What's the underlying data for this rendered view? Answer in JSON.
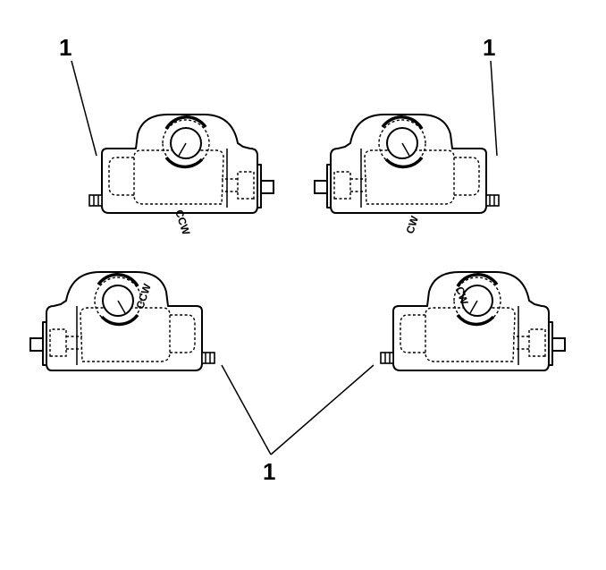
{
  "callouts": {
    "top_left": "1",
    "top_right": "1",
    "bottom": "1"
  },
  "rotation_labels": {
    "gear_1": "CCW",
    "gear_2": "CW",
    "gear_3": "CCW",
    "gear_4": "CW"
  }
}
